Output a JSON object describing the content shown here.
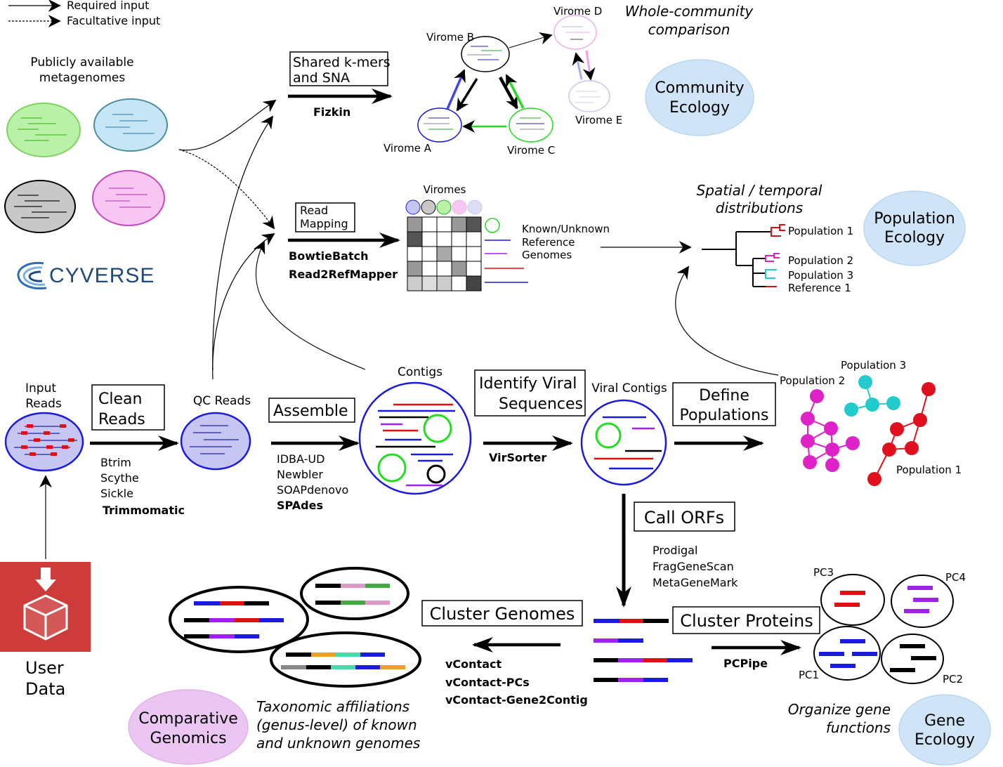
{
  "legend": {
    "required": "Required input",
    "facultative": "Facultative input"
  },
  "metagenomes": {
    "label_line1": "Publicly available",
    "label_line2": "metagenomes",
    "colors": [
      "#b9f1a8",
      "#c6e6f5",
      "#c8c8c8",
      "#f7c6f3"
    ]
  },
  "cyverse": {
    "logo_text": "CYVERSE"
  },
  "user_data": {
    "line1": "User",
    "line2": "Data",
    "color": "#cd3b3b"
  },
  "input_reads": {
    "line1": "Input",
    "line2": "Reads"
  },
  "clean_reads": {
    "line1": "Clean",
    "line2": "Reads",
    "tools": [
      "Btrim",
      "Scythe",
      "Sickle"
    ],
    "tool_bold": "Trimmomatic"
  },
  "qc_reads": {
    "label": "QC Reads"
  },
  "assemble": {
    "label": "Assemble",
    "tools": [
      "IDBA-UD",
      "Newbler",
      "SOAPdenovo"
    ],
    "tool_bold": "SPAdes"
  },
  "contigs": {
    "label": "Contigs"
  },
  "identify": {
    "line1": "Identify Viral",
    "line2": "Sequences",
    "tool_bold": "VirSorter"
  },
  "viral_contigs": {
    "label": "Viral Contigs"
  },
  "define": {
    "line1": "Define",
    "line2": "Populations"
  },
  "populations": {
    "p1": "Population 1",
    "p2": "Population 2",
    "p3": "Population 3"
  },
  "call_orfs": {
    "label": "Call ORFs",
    "tools": [
      "Prodigal",
      "FragGeneScan",
      "MetaGeneMark"
    ]
  },
  "cluster_proteins": {
    "label": "Cluster Proteins",
    "tool_bold": "PCPipe"
  },
  "protein_clusters": {
    "pc1": "PC1",
    "pc2": "PC2",
    "pc3": "PC3",
    "pc4": "PC4"
  },
  "cluster_genomes": {
    "label": "Cluster Genomes",
    "tools_bold": [
      "vContact",
      "vContact-PCs",
      "vContact-Gene2Contig"
    ]
  },
  "taxonomic": {
    "line1": "Taxonomic affiliations",
    "line2": "(genus-level) of known",
    "line3": "and unknown genomes"
  },
  "organize": {
    "line1": "Organize gene",
    "line2": "functions"
  },
  "fizkin": {
    "box_line1": "Shared k-mers",
    "box_line2": "and SNA",
    "tool_bold": "Fizkin"
  },
  "viromes_net": {
    "a": "Virome A",
    "b": "Virome B",
    "c": "Virome C",
    "d": "Virome D",
    "e": "Virome E"
  },
  "whole_community": {
    "line1": "Whole-community",
    "line2": "comparison"
  },
  "read_mapping": {
    "box_line1": "Read",
    "box_line2": "Mapping",
    "tools_bold": [
      "BowtieBatch",
      "Read2RefMapper"
    ]
  },
  "viromes_matrix": {
    "label": "Viromes",
    "legend_line1": "Known/Unknown",
    "legend_line2": "Reference",
    "legend_line3": "Genomes",
    "shades": [
      [
        "#999999",
        "#ffffff",
        "#ffffff",
        "#999999",
        "#555555"
      ],
      [
        "#555555",
        "#ffffff",
        "#ffffff",
        "#ffffff",
        "#ffffff"
      ],
      [
        "#ffffff",
        "#ffffff",
        "#aaaaaa",
        "#ffffff",
        "#ffffff"
      ],
      [
        "#999999",
        "#ffffff",
        "#ffffff",
        "#999999",
        "#ffffff"
      ],
      [
        "#cccccc",
        "#dddddd",
        "#cccccc",
        "#ffffff",
        "#444444"
      ]
    ]
  },
  "spatial": {
    "line1": "Spatial / temporal",
    "line2": "distributions"
  },
  "tree": {
    "p1": "Population 1",
    "p2": "Population 2",
    "p3": "Population 3",
    "r1": "Reference 1"
  },
  "ecology": {
    "community_l1": "Community",
    "community_l2": "Ecology",
    "population_l1": "Population",
    "population_l2": "Ecology",
    "gene_l1": "Gene",
    "gene_l2": "Ecology",
    "comparative_l1": "Comparative",
    "comparative_l2": "Genomics",
    "blue_color": "#cfe4f7",
    "purple_color": "#ecc6f3"
  }
}
